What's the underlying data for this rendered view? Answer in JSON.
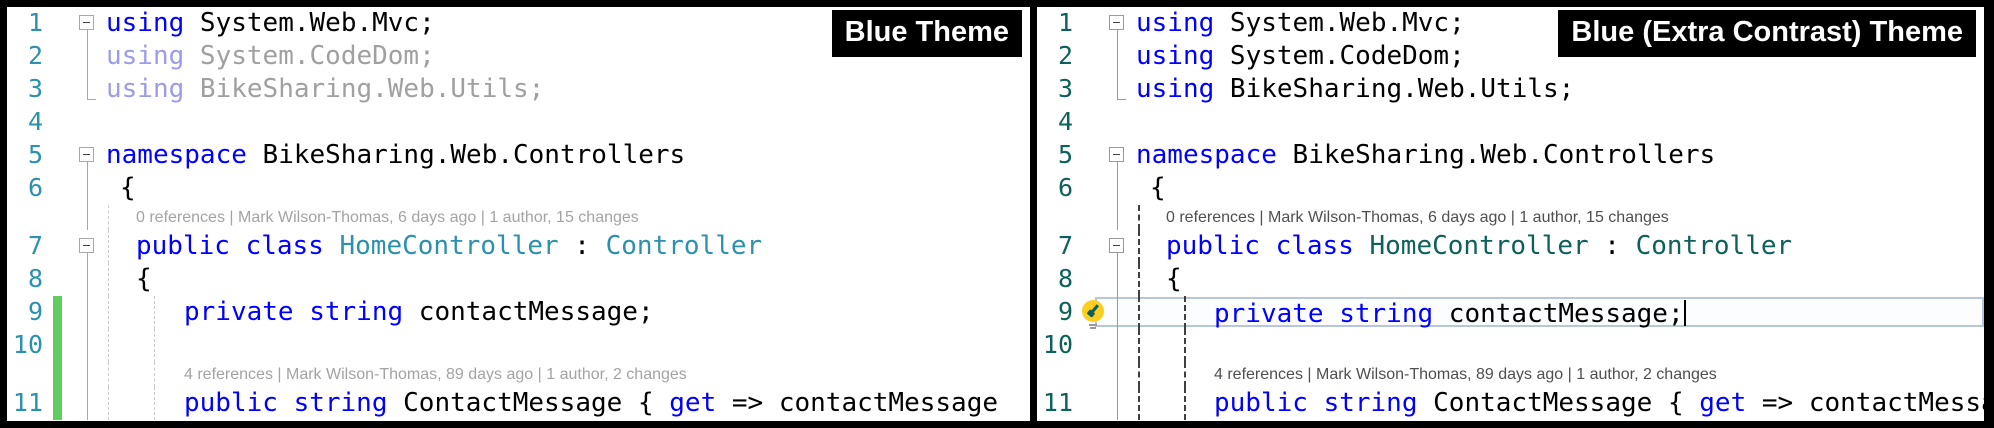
{
  "frame_color": "#000000",
  "panels": [
    {
      "title": "Blue Theme",
      "guide_thickness": 1,
      "colors": {
        "background": "#FFFFFF",
        "keyword": "#0000FF",
        "text": "#000000",
        "type": "#2B91AF",
        "faded_keyword": "#9C9CE8",
        "faded_text": "#A0A0A0",
        "line_number": "#2B91AF",
        "codelens": "#A3A3A3",
        "indent_guide": "#CBCBCB",
        "fold": "#A8A8A8",
        "change_bar": "#5FCE5F"
      },
      "rows": [
        {
          "h": "code",
          "n": "1",
          "ind": 0,
          "fold": "box",
          "tokens": [
            {
              "t": "using",
              "c": "k"
            },
            {
              "t": " System.Web.Mvc;",
              "c": "p"
            }
          ]
        },
        {
          "h": "code",
          "n": "2",
          "ind": 0,
          "fold": "line",
          "tokens": [
            {
              "t": "using",
              "c": "fk"
            },
            {
              "t": " System.CodeDom;",
              "c": "f"
            }
          ]
        },
        {
          "h": "code",
          "n": "3",
          "ind": 0,
          "fold": "end",
          "tokens": [
            {
              "t": "using",
              "c": "fk"
            },
            {
              "t": " BikeSharing.Web.Utils;",
              "c": "f"
            }
          ]
        },
        {
          "h": "code",
          "n": "4",
          "ind": 0,
          "tokens": []
        },
        {
          "h": "code",
          "n": "5",
          "ind": 0,
          "fold": "box",
          "tokens": [
            {
              "t": "namespace",
              "c": "k"
            },
            {
              "t": " BikeSharing.Web.Controllers",
              "c": "p"
            }
          ]
        },
        {
          "h": "code",
          "n": "6",
          "ind": 14,
          "fold": "line",
          "tokens": [
            {
              "t": "{",
              "c": "p"
            }
          ]
        },
        {
          "h": "lens",
          "ind": 30,
          "fold": "line",
          "g": [
            0
          ],
          "text": "0 references | Mark Wilson-Thomas, 6 days ago | 1 author, 15 changes"
        },
        {
          "h": "code",
          "n": "7",
          "ind": 30,
          "fold": "box",
          "g": [
            0
          ],
          "tokens": [
            {
              "t": "public class",
              "c": "k"
            },
            {
              "t": " ",
              "c": "p"
            },
            {
              "t": "HomeController",
              "c": "t"
            },
            {
              "t": " : ",
              "c": "p"
            },
            {
              "t": "Controller",
              "c": "t"
            }
          ]
        },
        {
          "h": "code",
          "n": "8",
          "ind": 30,
          "fold": "line",
          "g": [
            0
          ],
          "tokens": [
            {
              "t": "{",
              "c": "p"
            }
          ]
        },
        {
          "h": "code",
          "n": "9",
          "ind": 78,
          "fold": "line",
          "g": [
            0,
            1
          ],
          "chg": true,
          "tokens": [
            {
              "t": "private string",
              "c": "k"
            },
            {
              "t": " contactMessage;",
              "c": "p"
            }
          ]
        },
        {
          "h": "code",
          "n": "10",
          "ind": 0,
          "fold": "line",
          "g": [
            0,
            1
          ],
          "chg": true,
          "tokens": []
        },
        {
          "h": "lens",
          "ind": 78,
          "fold": "line",
          "g": [
            0,
            1
          ],
          "chg": true,
          "text": "4 references | Mark Wilson-Thomas, 89 days ago | 1 author, 2 changes"
        },
        {
          "h": "code",
          "n": "11",
          "ind": 78,
          "fold": "line",
          "g": [
            0,
            1
          ],
          "chg": true,
          "tokens": [
            {
              "t": "public string",
              "c": "k"
            },
            {
              "t": " ContactMessage { ",
              "c": "p"
            },
            {
              "t": "get",
              "c": "k"
            },
            {
              "t": " => contactMessage",
              "c": "p"
            }
          ]
        }
      ]
    },
    {
      "title": "Blue (Extra Contrast) Theme",
      "guide_thickness": 2,
      "colors": {
        "background": "#FFFFFF",
        "keyword": "#0000FF",
        "text": "#000000",
        "type": "#0D615A",
        "faded_keyword": "#0000FF",
        "faded_text": "#000000",
        "line_number": "#0D615A",
        "codelens": "#4F4F4F",
        "indent_guide": "#3F3F3F",
        "fold": "#9A9A9A",
        "change_bar": "#5FCE5F",
        "current_line_border": "#B8C6DB",
        "current_line_bg": "#FCFDFE",
        "bulb": "#FFCE1F",
        "bulb_glyph": "#0D615A",
        "bulb_base": "#9A9A9A"
      },
      "rows": [
        {
          "h": "code",
          "n": "1",
          "ind": 0,
          "fold": "box",
          "tokens": [
            {
              "t": "using",
              "c": "k"
            },
            {
              "t": " System.Web.Mvc;",
              "c": "p"
            }
          ]
        },
        {
          "h": "code",
          "n": "2",
          "ind": 0,
          "fold": "line",
          "tokens": [
            {
              "t": "using",
              "c": "k"
            },
            {
              "t": " System.CodeDom;",
              "c": "p"
            }
          ]
        },
        {
          "h": "code",
          "n": "3",
          "ind": 0,
          "fold": "end",
          "tokens": [
            {
              "t": "using",
              "c": "k"
            },
            {
              "t": " BikeSharing.Web.Utils;",
              "c": "p"
            }
          ]
        },
        {
          "h": "code",
          "n": "4",
          "ind": 0,
          "tokens": []
        },
        {
          "h": "code",
          "n": "5",
          "ind": 0,
          "fold": "box",
          "tokens": [
            {
              "t": "namespace",
              "c": "k"
            },
            {
              "t": " BikeSharing.Web.Controllers",
              "c": "p"
            }
          ]
        },
        {
          "h": "code",
          "n": "6",
          "ind": 14,
          "fold": "line",
          "tokens": [
            {
              "t": "{",
              "c": "p"
            }
          ]
        },
        {
          "h": "lens",
          "ind": 30,
          "fold": "line",
          "g": [
            0
          ],
          "text": "0 references | Mark Wilson-Thomas, 6 days ago | 1 author, 15 changes"
        },
        {
          "h": "code",
          "n": "7",
          "ind": 30,
          "fold": "box",
          "g": [
            0
          ],
          "tokens": [
            {
              "t": "public class",
              "c": "k"
            },
            {
              "t": " ",
              "c": "p"
            },
            {
              "t": "HomeController",
              "c": "t"
            },
            {
              "t": " : ",
              "c": "p"
            },
            {
              "t": "Controller",
              "c": "t"
            }
          ]
        },
        {
          "h": "code",
          "n": "8",
          "ind": 30,
          "fold": "line",
          "g": [
            0
          ],
          "tokens": [
            {
              "t": "{",
              "c": "p"
            }
          ]
        },
        {
          "h": "code",
          "n": "9",
          "ind": 78,
          "fold": "line",
          "g": [
            0,
            1
          ],
          "bulb": true,
          "cur": true,
          "caret": true,
          "tokens": [
            {
              "t": "private string",
              "c": "k"
            },
            {
              "t": " contactMessage;",
              "c": "p"
            }
          ]
        },
        {
          "h": "code",
          "n": "10",
          "ind": 0,
          "fold": "line",
          "g": [
            0,
            1
          ],
          "tokens": []
        },
        {
          "h": "lens",
          "ind": 78,
          "fold": "line",
          "g": [
            0,
            1
          ],
          "text": "4 references | Mark Wilson-Thomas, 89 days ago | 1 author, 2 changes"
        },
        {
          "h": "code",
          "n": "11",
          "ind": 78,
          "fold": "line",
          "g": [
            0,
            1
          ],
          "tokens": [
            {
              "t": "public string",
              "c": "k"
            },
            {
              "t": " ContactMessage { ",
              "c": "p"
            },
            {
              "t": "get",
              "c": "k"
            },
            {
              "t": " => contactMessage",
              "c": "p"
            }
          ]
        }
      ]
    }
  ]
}
